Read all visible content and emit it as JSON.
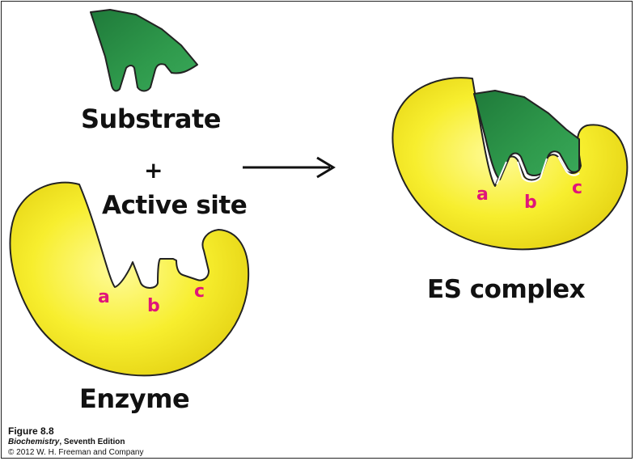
{
  "labels": {
    "substrate": "Substrate",
    "plus": "+",
    "active_site": "Active site",
    "enzyme": "Enzyme",
    "es_complex": "ES complex"
  },
  "binding_sites": {
    "a": "a",
    "b": "b",
    "c": "c"
  },
  "caption": {
    "figure": "Figure 8.8",
    "book": "Biochemistry",
    "edition": ", Seventh Edition",
    "copyright": "© 2012 W. H. Freeman and Company"
  },
  "colors": {
    "enzyme_fill": "#f5ec2a",
    "substrate_fill": "#2f9a4c",
    "site_label": "#e0157a",
    "outline": "#222222"
  },
  "icons": {
    "arrow": "right-arrow-icon"
  }
}
